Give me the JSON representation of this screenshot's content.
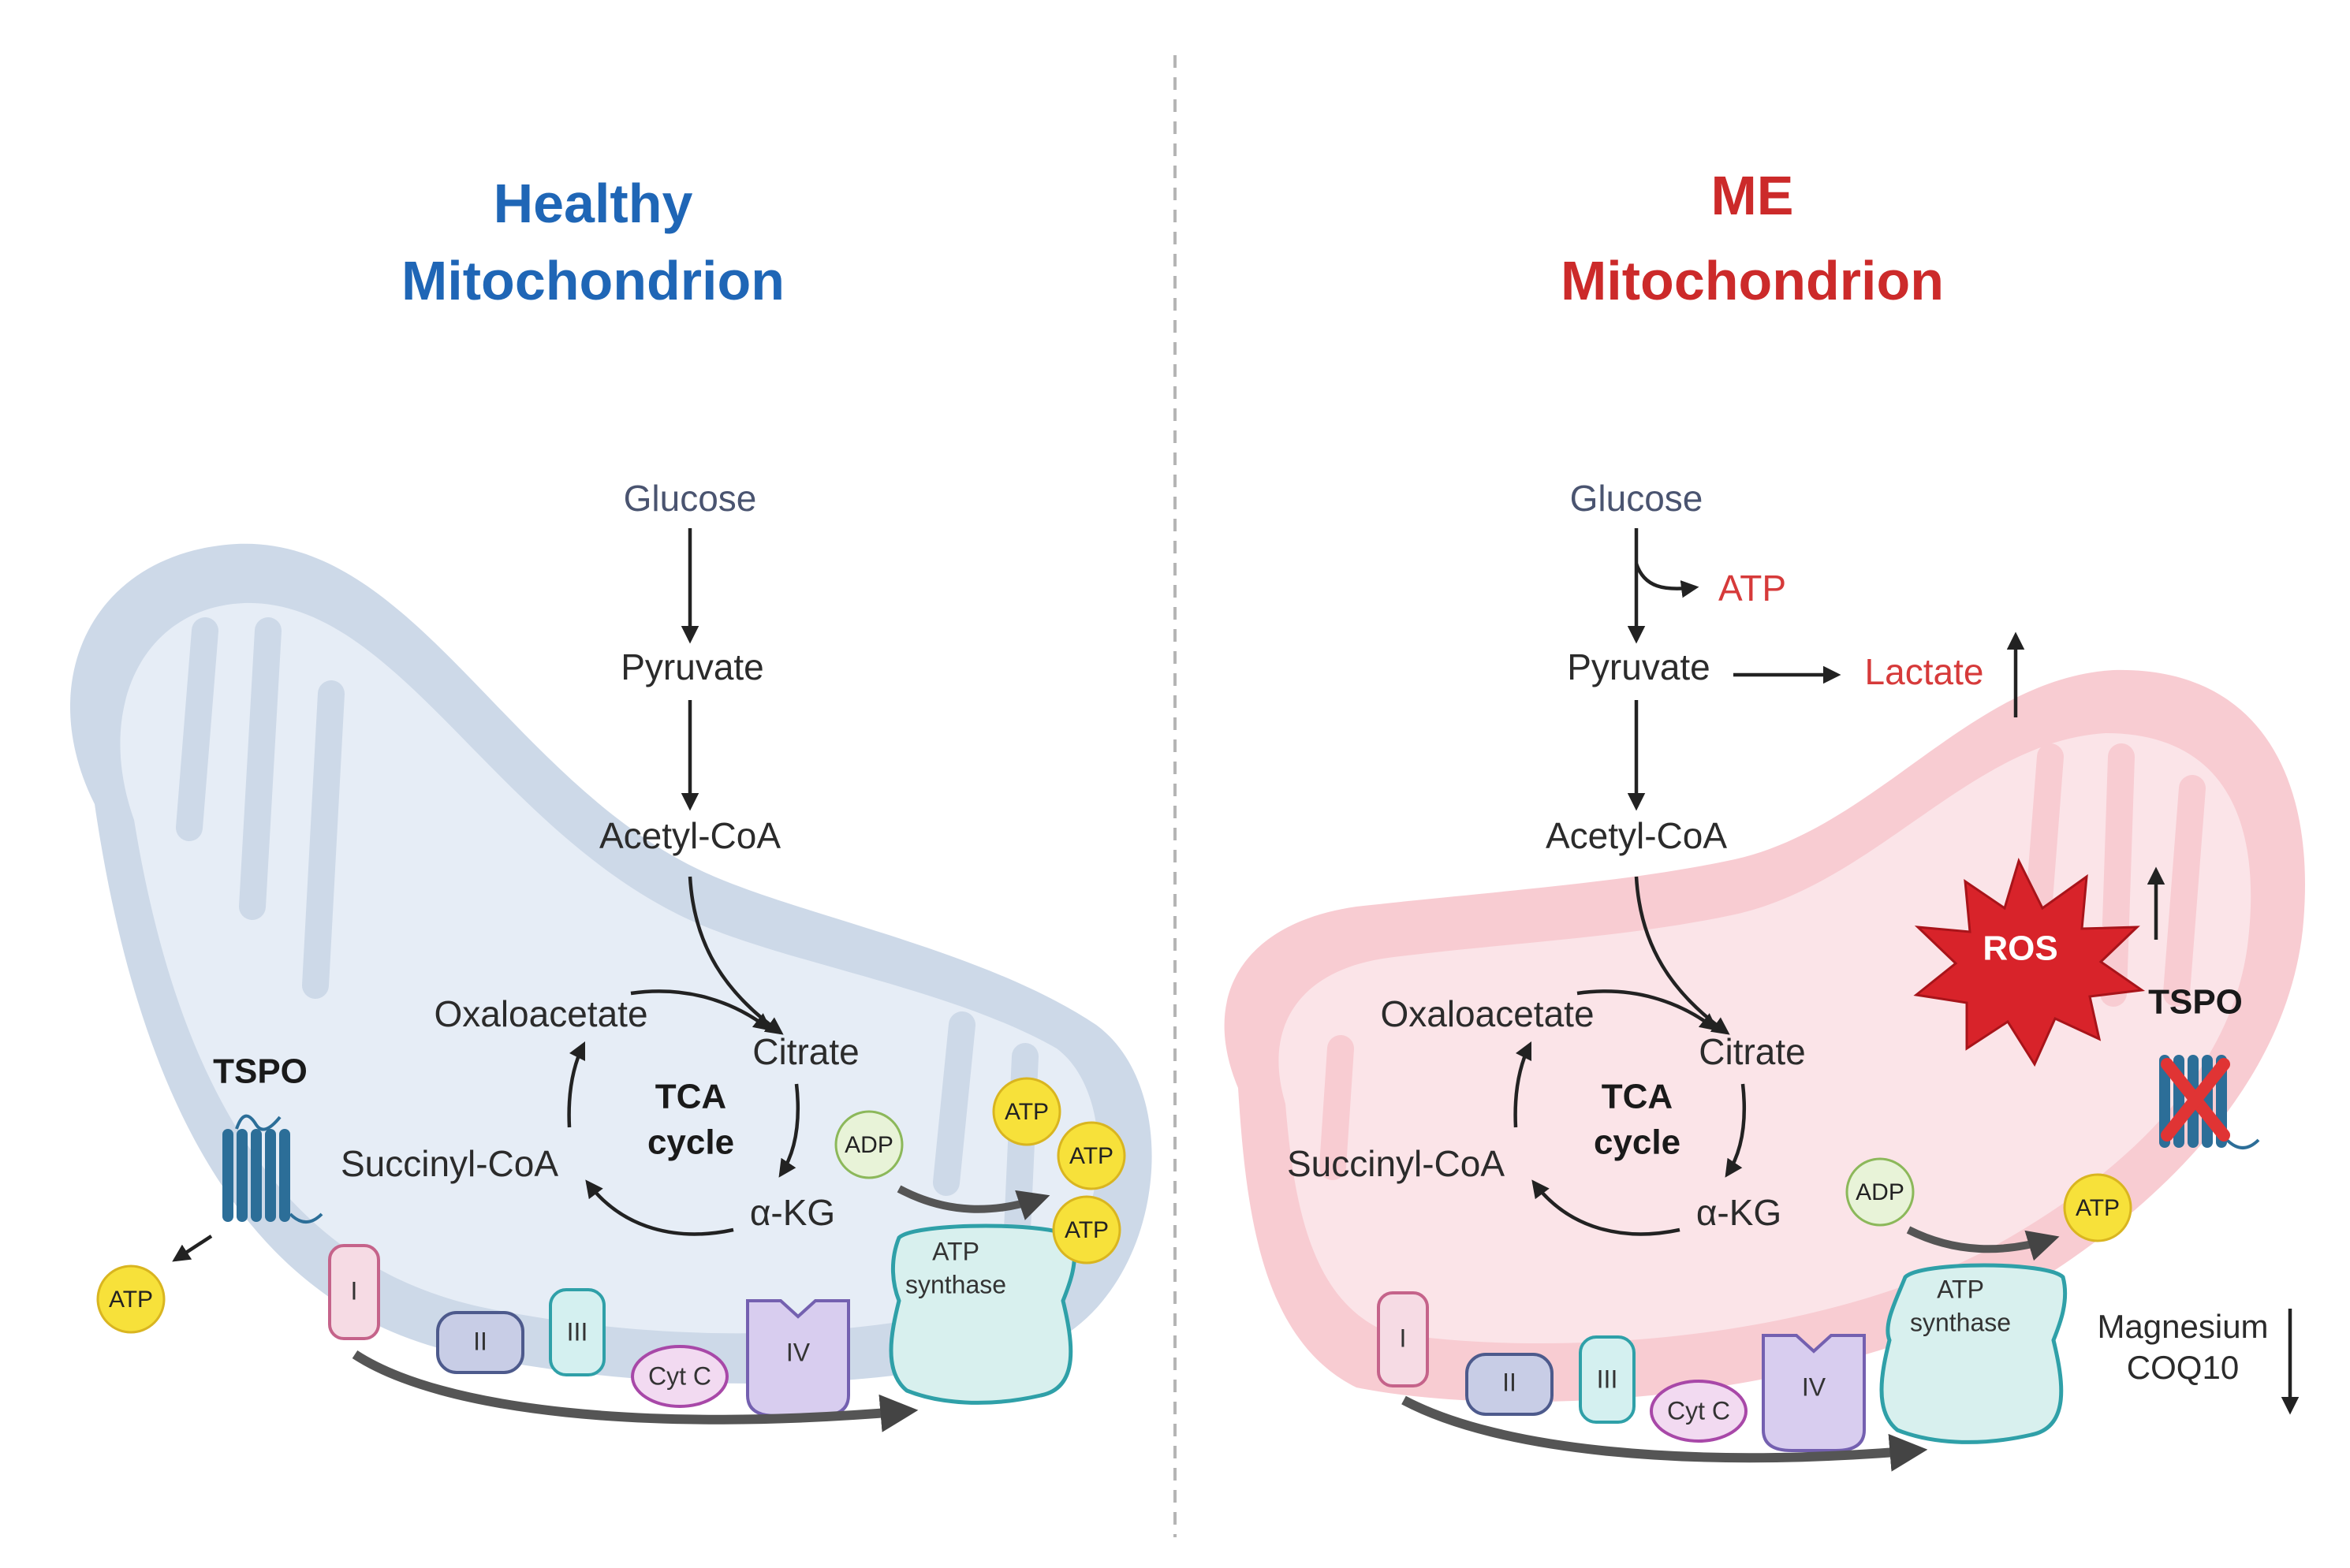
{
  "panels": {
    "healthy": {
      "title_line1": "Healthy",
      "title_line2": "Mitochondrion",
      "glucose": "Glucose",
      "pyruvate": "Pyruvate",
      "acetyl_coa": "Acetyl-CoA",
      "oxaloacetate": "Oxaloacetate",
      "citrate": "Citrate",
      "tca_line1": "TCA",
      "tca_line2": "cycle",
      "succinyl_coa": "Succinyl-CoA",
      "akg": "α-KG",
      "tspo": "TSPO",
      "atp": "ATP",
      "adp": "ADP",
      "atp_synthase_line1": "ATP",
      "atp_synthase_line2": "synthase",
      "complex_1": "I",
      "complex_2": "II",
      "complex_3": "III",
      "cyt_c": "Cyt C",
      "complex_4": "IV"
    },
    "me": {
      "title_line1": "ME",
      "title_line2": "Mitochondrion",
      "glucose": "Glucose",
      "atp_glycolysis": "ATP",
      "pyruvate": "Pyruvate",
      "lactate": "Lactate",
      "acetyl_coa": "Acetyl-CoA",
      "ros": "ROS",
      "oxaloacetate": "Oxaloacetate",
      "citrate": "Citrate",
      "tca_line1": "TCA",
      "tca_line2": "cycle",
      "succinyl_coa": "Succinyl-CoA",
      "akg": "α-KG",
      "tspo": "TSPO",
      "atp": "ATP",
      "adp": "ADP",
      "atp_synthase_line1": "ATP",
      "atp_synthase_line2": "synthase",
      "complex_1": "I",
      "complex_2": "II",
      "complex_3": "III",
      "cyt_c": "Cyt C",
      "complex_4": "IV",
      "magnesium": "Magnesium",
      "coq10": "COQ10"
    }
  },
  "colors": {
    "healthy_title": "#1f66b6",
    "me_title": "#cc2a2a",
    "healthy_mito": "#cdd9e8",
    "me_mito": "#f8ccd2",
    "atp_fill": "#f7e13a",
    "ros_fill": "#d8232a"
  }
}
